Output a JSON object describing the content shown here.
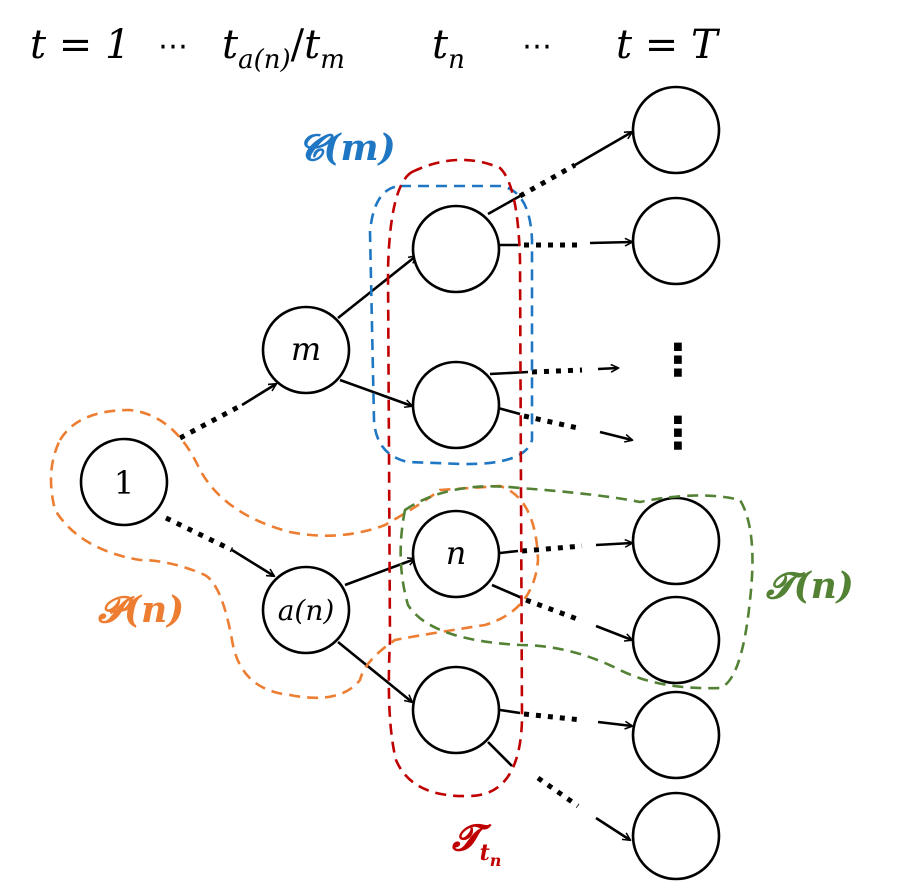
{
  "header": {
    "t_eq": "t = 1",
    "ellipsis1": "⋯",
    "t_a": "t",
    "t_a_sub": "a(n)",
    "slash": "/",
    "t_m": "t",
    "t_m_sub": "m",
    "t_n": "t",
    "t_n_sub": "n",
    "ellipsis2": "⋯",
    "t_T": "t = T"
  },
  "nodes": {
    "root": "1",
    "m": "m",
    "a": "a(n)",
    "n": "n",
    "vdots": "⋮"
  },
  "sets": {
    "children": {
      "label": "𝓒(𝒎)",
      "color": "#1f77c4"
    },
    "stage": {
      "label": "𝓣",
      "sub": "𝒕",
      "subsub": "𝒏",
      "color": "#c00000"
    },
    "ancestors": {
      "label": "𝓟(𝒏)",
      "color": "#ed7d31"
    },
    "subtree": {
      "label": "𝓣(𝒏)",
      "color": "#548235"
    }
  }
}
